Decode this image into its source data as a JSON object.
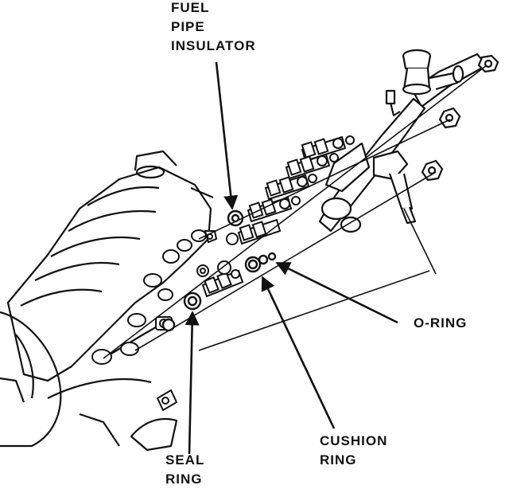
{
  "callouts": {
    "fuel_pipe_insulator": [
      "FUEL",
      "PIPE",
      "INSULATOR"
    ],
    "o_ring": [
      "O-RING"
    ],
    "cushion_ring": [
      "CUSHION",
      "RING"
    ],
    "seal_ring": [
      "SEAL",
      "RING"
    ]
  },
  "colors": {
    "ink": "#111111",
    "paper": "#ffffff"
  }
}
